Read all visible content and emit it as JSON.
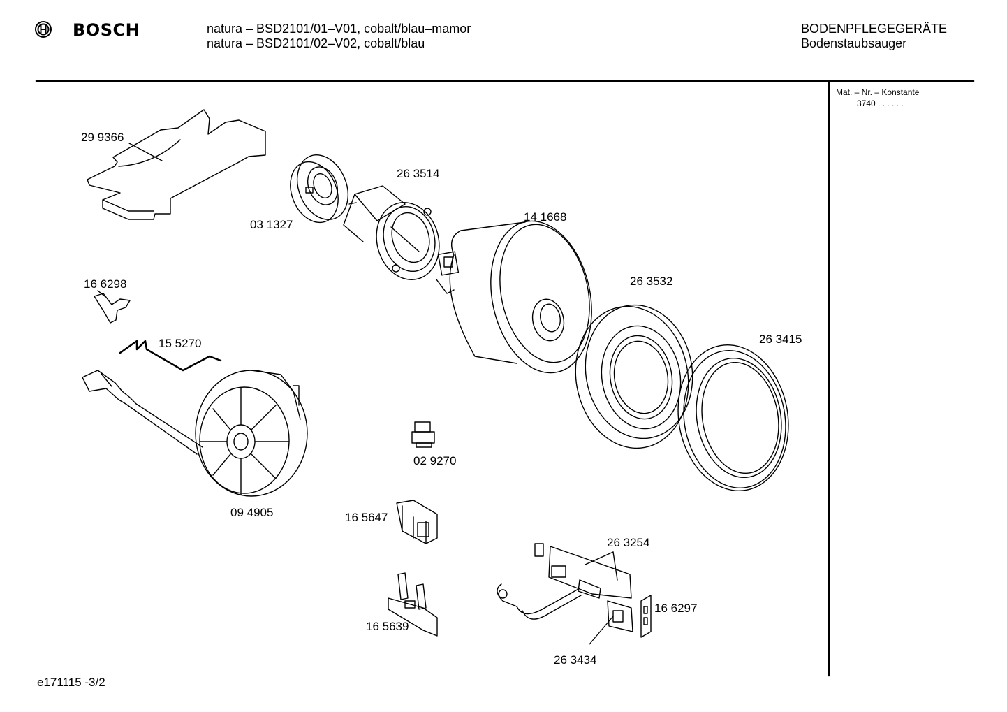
{
  "header": {
    "brand": "BOSCH",
    "model_line_1": "natura – BSD2101/01–V01, cobalt/blau–mamor",
    "model_line_2": "natura – BSD2101/02–V02, cobalt/blau",
    "category": "BODENPFLEGEGERÄTE",
    "subcategory": "Bodenstaubsauger"
  },
  "sidebar": {
    "title": "Mat. – Nr. – Konstante",
    "value": "3740  .  .    .  .  .  ."
  },
  "parts": [
    {
      "number": "29 9366"
    },
    {
      "number": "03 1327"
    },
    {
      "number": "26 3514"
    },
    {
      "number": "14 1668"
    },
    {
      "number": "26 3532"
    },
    {
      "number": "26 3415"
    },
    {
      "number": "16 6298"
    },
    {
      "number": "15 5270"
    },
    {
      "number": "09 4905"
    },
    {
      "number": "02 9270"
    },
    {
      "number": "16 5647"
    },
    {
      "number": "26 3254"
    },
    {
      "number": "16 5639"
    },
    {
      "number": "16 6297"
    },
    {
      "number": "26 3434"
    }
  ],
  "footer": {
    "drawing_id": "e171115 -3/2"
  }
}
